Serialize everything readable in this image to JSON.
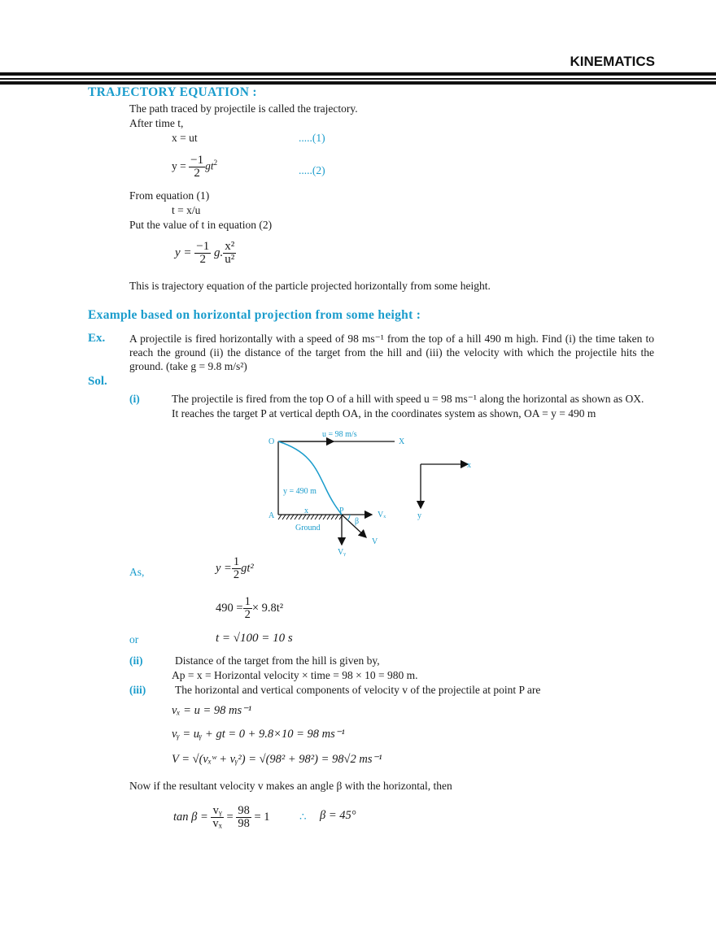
{
  "header": {
    "title": "KINEMATICS"
  },
  "section1": {
    "title": "TRAJECTORY EQUATION :",
    "line1": "The path traced by projectile is called the trajectory.",
    "line2": "After time t,",
    "eq1": "x = ut",
    "eq1_ref": ".....(1)",
    "eq2_lhs": "y =",
    "eq2_num": "−1",
    "eq2_den": "2",
    "eq2_rest": "gt",
    "eq2_ref": ".....(2)",
    "line3": "From equation (1)",
    "eq3": "t = x/u",
    "line4": "Put the value of t in equation (2)",
    "eq4_lhs": "y =",
    "eq4_num": "−1",
    "eq4_den": "2",
    "eq4_mid": "g.",
    "eq4_num2": "x²",
    "eq4_den2": "u²",
    "line5": "This is trajectory equation of the particle projected horizontally from some height."
  },
  "section2": {
    "title": "Example based on horizontal projection from some height :",
    "ex_label": "Ex.",
    "ex_text": "A projectile is fired horizontally with a speed of 98 ms⁻¹ from the top of a hill 490 m high. Find (i) the time taken to reach the ground (ii) the distance of the target from the hill and (iii) the velocity with which the projectile hits the ground. (take g = 9.8 m/s²)",
    "sol_label": "Sol.",
    "part_i_label": "(i)",
    "part_i_text1": "The projectile is fired from the top O of a hill with speed u = 98 ms⁻¹ along the horizontal as shown as OX.",
    "part_i_text2": "It reaches the target P at vertical depth OA, in the coordinates system as shown, OA = y = 490 m"
  },
  "diagram": {
    "label_O": "O",
    "label_u": "u = 98 m/s",
    "label_X": "X",
    "label_y490": "y = 490 m",
    "label_A": "A",
    "label_x": "x",
    "label_P": "P",
    "label_Vx": "Vₓ",
    "label_beta": "β",
    "label_ground": "Ground",
    "label_V": "V",
    "label_Vy": "Vᵧ",
    "axes_x": "x",
    "axes_y": "y",
    "line_color": "#111111",
    "accent_color": "#1a9ccc"
  },
  "solution": {
    "as_label": "As,",
    "eqA_lhs": "y =",
    "eqA_num": "1",
    "eqA_den": "2",
    "eqA_rest": "gt²",
    "eqB_lhs": "490 =",
    "eqB_num": "1",
    "eqB_den": "2",
    "eqB_rest": "× 9.8t²",
    "or_label": "or",
    "eqC": "t = √100 = 10 s",
    "part_ii_label": "(ii)",
    "part_ii_text": "Distance of the target from the hill is given by,",
    "part_ii_eq": "Ap = x = Horizontal velocity × time = 98 × 10 = 980 m.",
    "part_iii_label": "(iii)",
    "part_iii_text": "The horizontal and vertical components of velocity  v of the projectile at point P are",
    "eq_vx": "vₓ = u = 98 ms⁻¹",
    "eq_vy": "vᵧ = uᵧ + gt = 0 + 9.8×10 = 98 ms⁻¹",
    "eq_V": "V = √(vₓʷ + vᵧ²) = √(98² + 98²) = 98√2 ms⁻¹",
    "line_beta": "Now if the resultant velocity v makes an angle  β  with the horizontal, then",
    "tan_lhs": "tan β =",
    "tan_num1": "vᵧ",
    "tan_den1": "vₓ",
    "tan_num2": "98",
    "tan_den2": "98",
    "tan_rest": "= 1",
    "therefore": "∴",
    "beta_result": "β = 45°"
  }
}
